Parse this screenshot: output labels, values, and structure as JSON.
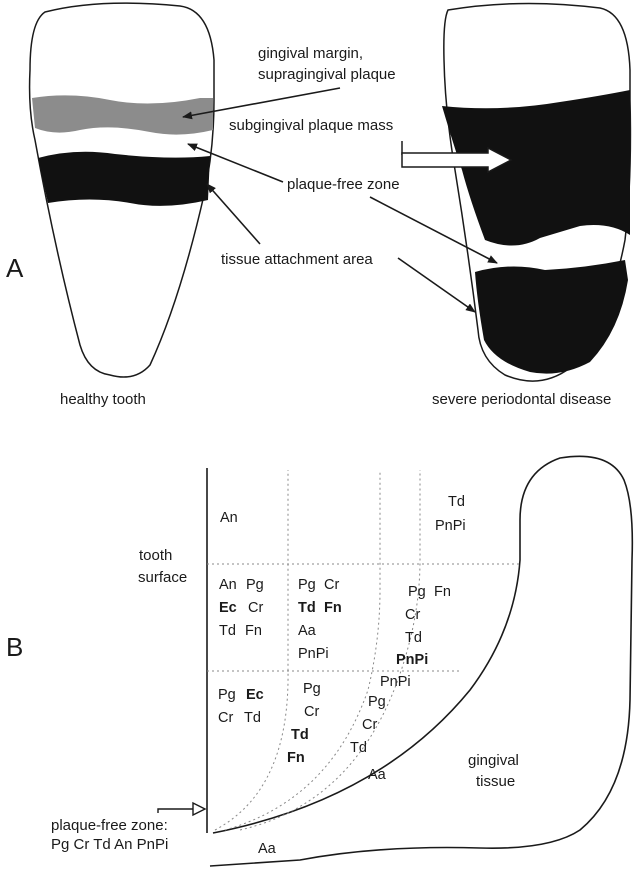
{
  "panel_a": {
    "letter": "A",
    "labels": {
      "gingival_margin_line1": "gingival margin,",
      "gingival_margin_line2": "supragingival plaque",
      "subgingival_plaque": "subgingival plaque mass",
      "plaque_free_zone": "plaque-free zone",
      "tissue_attachment": "tissue attachment area"
    },
    "captions": {
      "healthy": "healthy tooth",
      "diseased": "severe periodontal disease"
    },
    "colors": {
      "supragingival_band": "#8c8c8c",
      "subgingival_mass": "#111111",
      "outline": "#1a1a1a"
    }
  },
  "panel_b": {
    "letter": "B",
    "labels": {
      "tooth_surface_line1": "tooth",
      "tooth_surface_line2": "surface",
      "gingival_tissue_line1": "gingival",
      "gingival_tissue_line2": "tissue",
      "plaque_free_line1": "plaque-free zone:",
      "plaque_free_line2": "Pg Cr Td An PnPi",
      "aa_gap": "Aa",
      "aa_bottom": "Aa"
    },
    "cells": {
      "top_left": [
        "An"
      ],
      "top_right": [
        "Td",
        "PnPi"
      ],
      "mid_col1": [
        [
          "An",
          "Pg"
        ],
        [
          "Ec",
          "Cr"
        ],
        [
          "Td",
          "Fn"
        ]
      ],
      "mid_col2": [
        [
          "Pg",
          "Cr"
        ],
        [
          "Td",
          "Fn"
        ],
        [
          "Aa"
        ],
        [
          "PnPi"
        ]
      ],
      "mid_col3": [
        [
          "Pg",
          "Fn"
        ],
        [
          "Cr"
        ],
        [
          "Td"
        ],
        [
          "PnPi"
        ]
      ],
      "low_col1": [
        [
          "Pg",
          "Ec"
        ],
        [
          "Cr",
          "Td"
        ]
      ],
      "low_col2": [
        "Pg",
        "Cr",
        "Td",
        "Fn"
      ],
      "low_col3": [
        "PnPi",
        "Pg",
        "Cr",
        "Td"
      ]
    }
  }
}
